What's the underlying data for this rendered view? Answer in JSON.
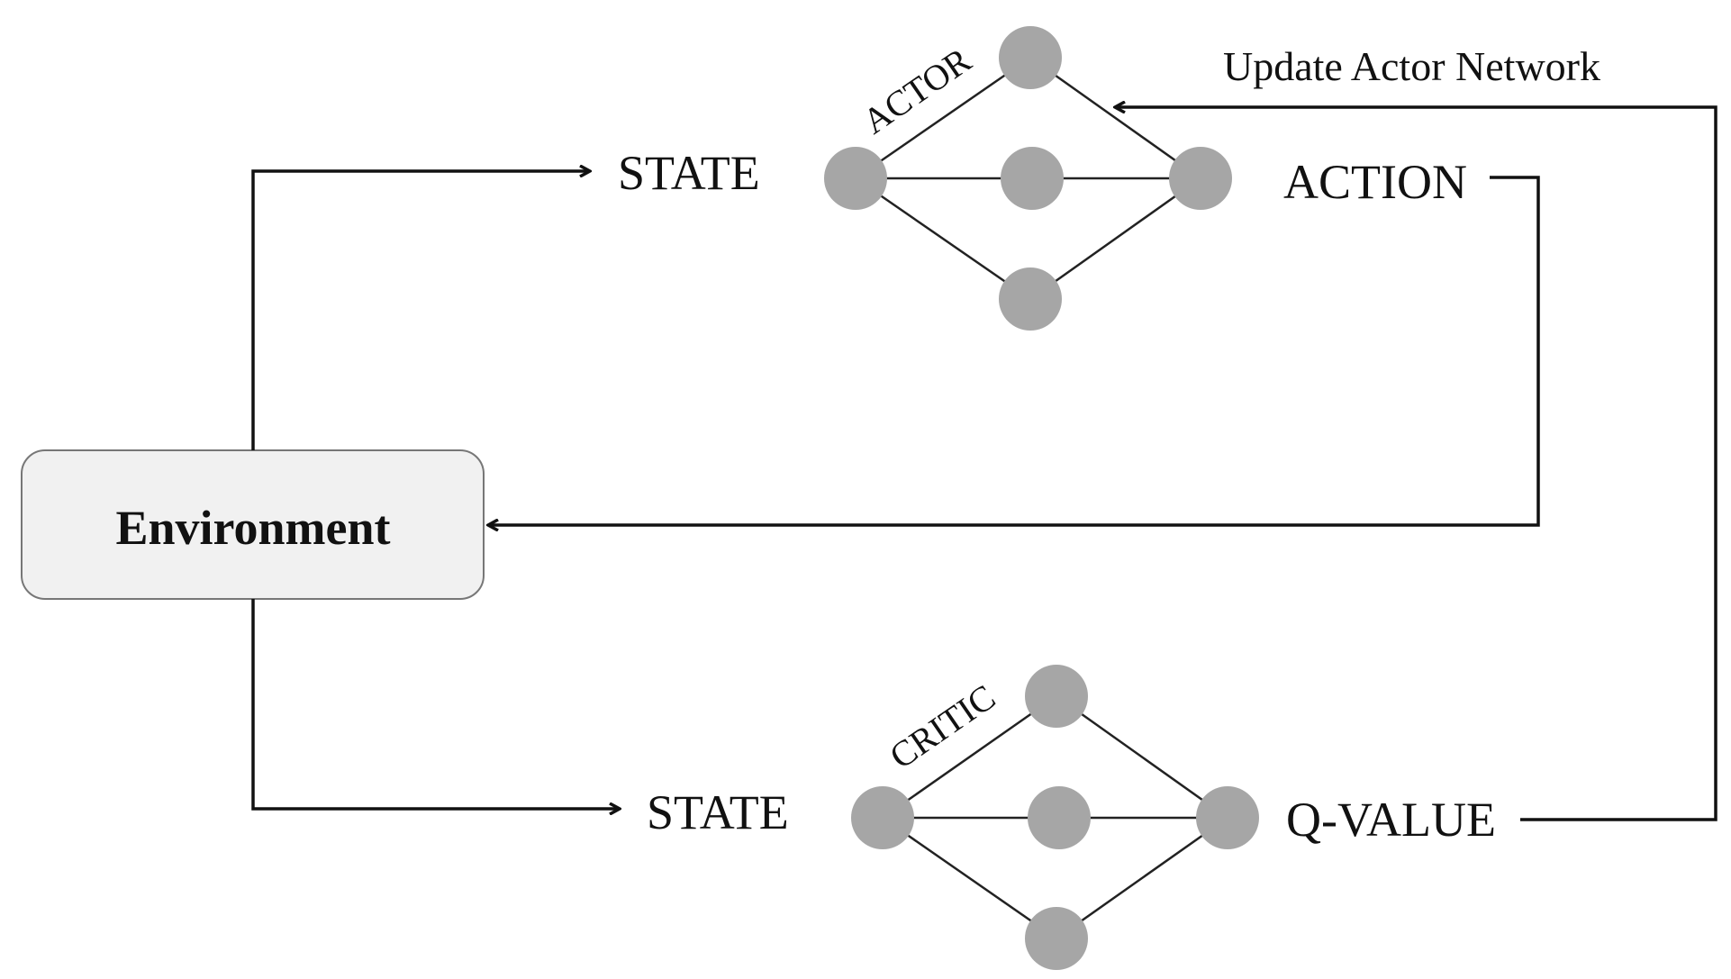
{
  "environment": {
    "label": "Environment"
  },
  "actor": {
    "tag": "ACTOR",
    "input_label": "STATE",
    "output_label": "ACTION"
  },
  "critic": {
    "tag": "CRITIC",
    "input_label": "STATE",
    "output_label": "Q-VALUE"
  },
  "feedback": {
    "label": "Update Actor Network"
  },
  "colors": {
    "node_fill": "#a6a6a6",
    "environment_fill": "#f1f1f1",
    "line": "#111111"
  }
}
